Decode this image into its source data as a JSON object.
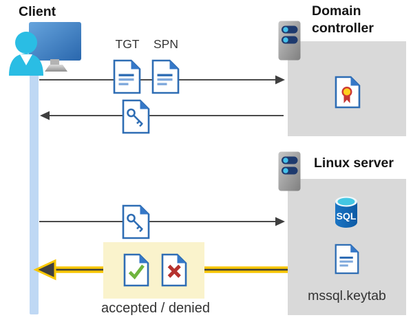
{
  "labels": {
    "client": "Client",
    "domain_controller": "Domain controller",
    "linux_server": "Linux server",
    "tgt": "TGT",
    "spn": "SPN",
    "sql": "SQL",
    "keytab": "mssql.keytab",
    "result": "accepted / denied"
  },
  "icons": {
    "client": "user-at-computer",
    "domain_controller": "server",
    "linux_server": "server",
    "tgt_doc": "document",
    "spn_doc": "document",
    "service_ticket": "key-document",
    "certificate": "certificate-document",
    "sql_database": "sql-database-cylinder",
    "keytab_file": "document",
    "accepted": "check-document",
    "denied": "x-document"
  },
  "flows": [
    {
      "from": "client",
      "to": "domain_controller",
      "carries": [
        "TGT",
        "SPN"
      ],
      "direction": "right",
      "highlighted": false
    },
    {
      "from": "domain_controller",
      "to": "client",
      "carries": [
        "service-ticket-key"
      ],
      "direction": "left",
      "highlighted": false
    },
    {
      "from": "client",
      "to": "linux_server",
      "carries": [
        "service-ticket-key"
      ],
      "direction": "right",
      "highlighted": false
    },
    {
      "from": "linux_server",
      "to": "client",
      "carries": [
        "accepted",
        "denied"
      ],
      "direction": "left",
      "highlighted": true
    }
  ],
  "colors": {
    "doc_blue": "#2e6db4",
    "fold_blue": "#3578c8",
    "highlight_yellow": "#f7c600",
    "highlight_box": "#faf3cc",
    "box_gray": "#d9d9d9",
    "lifeline_blue": "#bfd8f4",
    "check_green": "#6fb43e",
    "deny_red": "#b5322f",
    "arrow_gray": "#4a4a4a",
    "person_cyan": "#2abde4",
    "pill_navy": "#1e3a6e",
    "sql_blue": "#1166b0"
  }
}
